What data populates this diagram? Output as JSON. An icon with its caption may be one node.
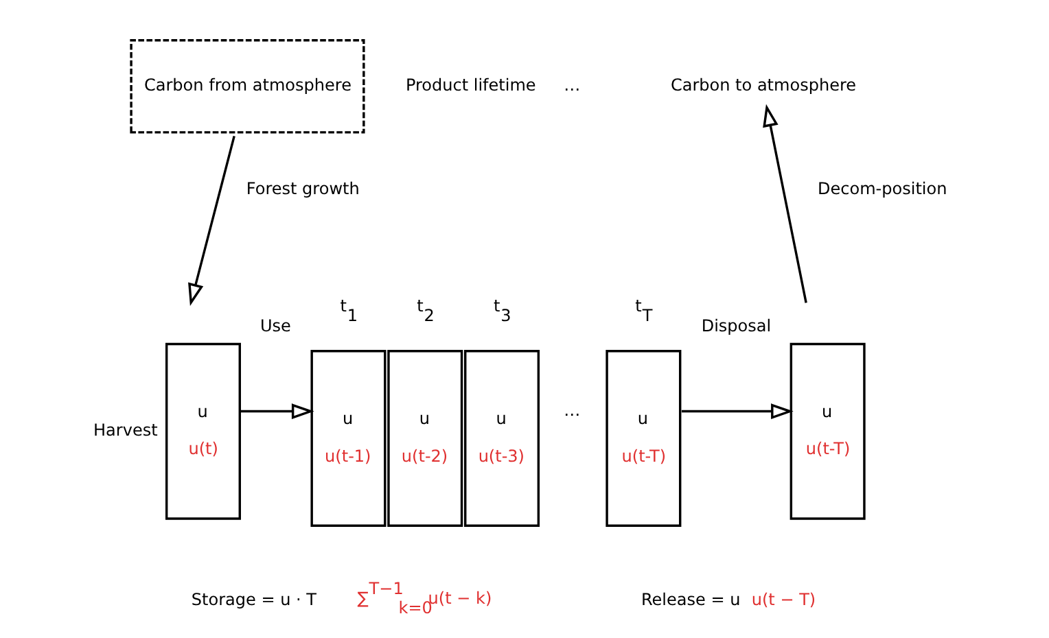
{
  "diagram": {
    "nodes": [
      {
        "text": [
          "Carbon from atmosphere"
        ]
      },
      {
        "text": [
          "u",
          "u(t)"
        ],
        "beside": [
          "Harvest"
        ]
      },
      {
        "text": [
          "u",
          "u(t-1)"
        ],
        "beside": [
          "t$_{1}$"
        ]
      },
      {
        "text": [
          "u",
          "u(t-2)"
        ],
        "beside": [
          "t$_{2}$"
        ]
      },
      {
        "text": [
          "u",
          "u(t-3)"
        ],
        "beside": [
          "t$_{3}$"
        ]
      },
      {
        "text": [
          "u",
          "u(t-T)"
        ],
        "beside": [
          "t$_{T}$"
        ]
      },
      {
        "text": [
          "u",
          "u(t-T)"
        ]
      },
      {
        "text": [
          "Carbon to atmosphere"
        ]
      }
    ],
    "edges": [
      {
        "from": 0,
        "to": 1,
        "arrow": "to",
        "label": "Forest growth"
      },
      {
        "from": 1,
        "to": 2,
        "arrow": "to",
        "label": "Use"
      },
      {
        "from": 5,
        "to": 6,
        "arrow": "to",
        "label": "Disposal"
      },
      {
        "from": 6,
        "to": 7,
        "arrow": "to",
        "label": "Decom-position"
      }
    ],
    "labels": [
      "Product lifetime",
      "…",
      "…",
      "Storage = u · T",
      "∑$^{T−1}$$_{k=0}$u(t − k)",
      "Release = u",
      "u(t − T)"
    ]
  }
}
